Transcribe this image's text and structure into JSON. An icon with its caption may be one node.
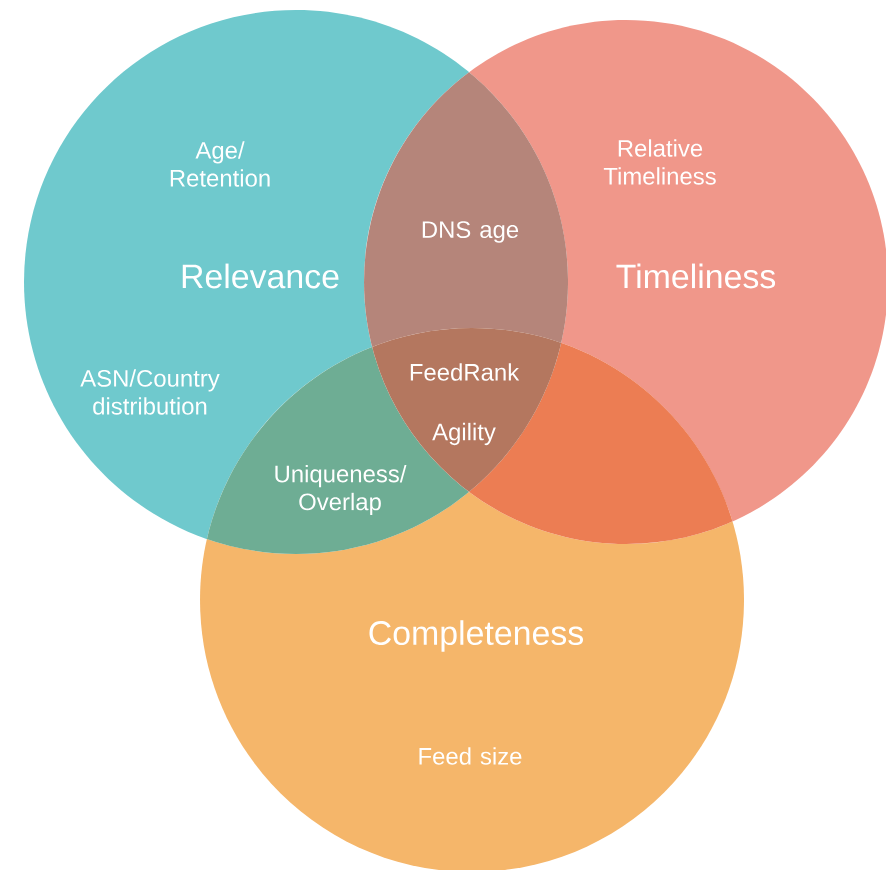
{
  "diagram": {
    "nodes": [
      {
        "text": [
          "Age/ Retention",
          "Relevance",
          "ASN/Country distribution"
        ]
      },
      {
        "text": [
          "Relative Timeliness",
          "Timeliness"
        ]
      },
      {
        "text": [
          "Completeness",
          "Feed size"
        ]
      }
    ],
    "labels": [
      "DNS age",
      "FeedRank",
      "Agility",
      "Uniqueness/ Overlap"
    ]
  }
}
